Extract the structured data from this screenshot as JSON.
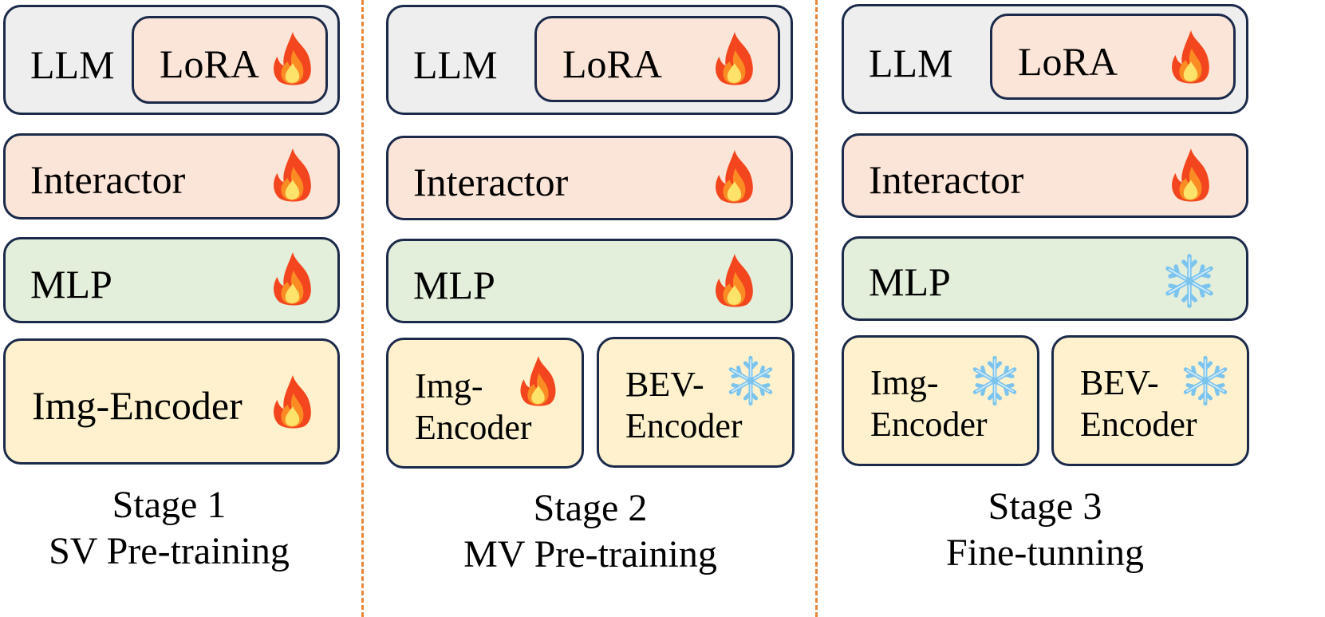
{
  "stages": [
    {
      "llm": "LLM",
      "lora": "LoRA",
      "interactor": "Interactor",
      "mlp": "MLP",
      "encoder": "Img-Encoder",
      "title": "Stage 1",
      "subtitle": "SV Pre-training"
    },
    {
      "llm": "LLM",
      "lora": "LoRA",
      "interactor": "Interactor",
      "mlp": "MLP",
      "img_encoder": [
        "Img-",
        "Encoder"
      ],
      "bev_encoder": [
        "BEV-",
        "Encoder"
      ],
      "title": "Stage 2",
      "subtitle": "MV Pre-training"
    },
    {
      "llm": "LLM",
      "lora": "LoRA",
      "interactor": "Interactor",
      "mlp": "MLP",
      "img_encoder": [
        "Img-",
        "Encoder"
      ],
      "bev_encoder": [
        "BEV-",
        "Encoder"
      ],
      "title": "Stage 3",
      "subtitle": "Fine-tunning"
    }
  ],
  "icons": {
    "trainable": "fire-icon",
    "frozen": "snowflake-icon"
  },
  "colors": {
    "border": "#1b2a4a",
    "llm_fill": "#eeeeee",
    "lora_fill": "#fbe5d8",
    "interactor_fill": "#fbe5d8",
    "mlp_fill": "#e3efdb",
    "encoder_fill": "#fff1cd",
    "divider": "#e8863a",
    "flame_outer": "#f3461e",
    "flame_inner": "#fde36a",
    "snowflake": "#7cc4ee"
  }
}
